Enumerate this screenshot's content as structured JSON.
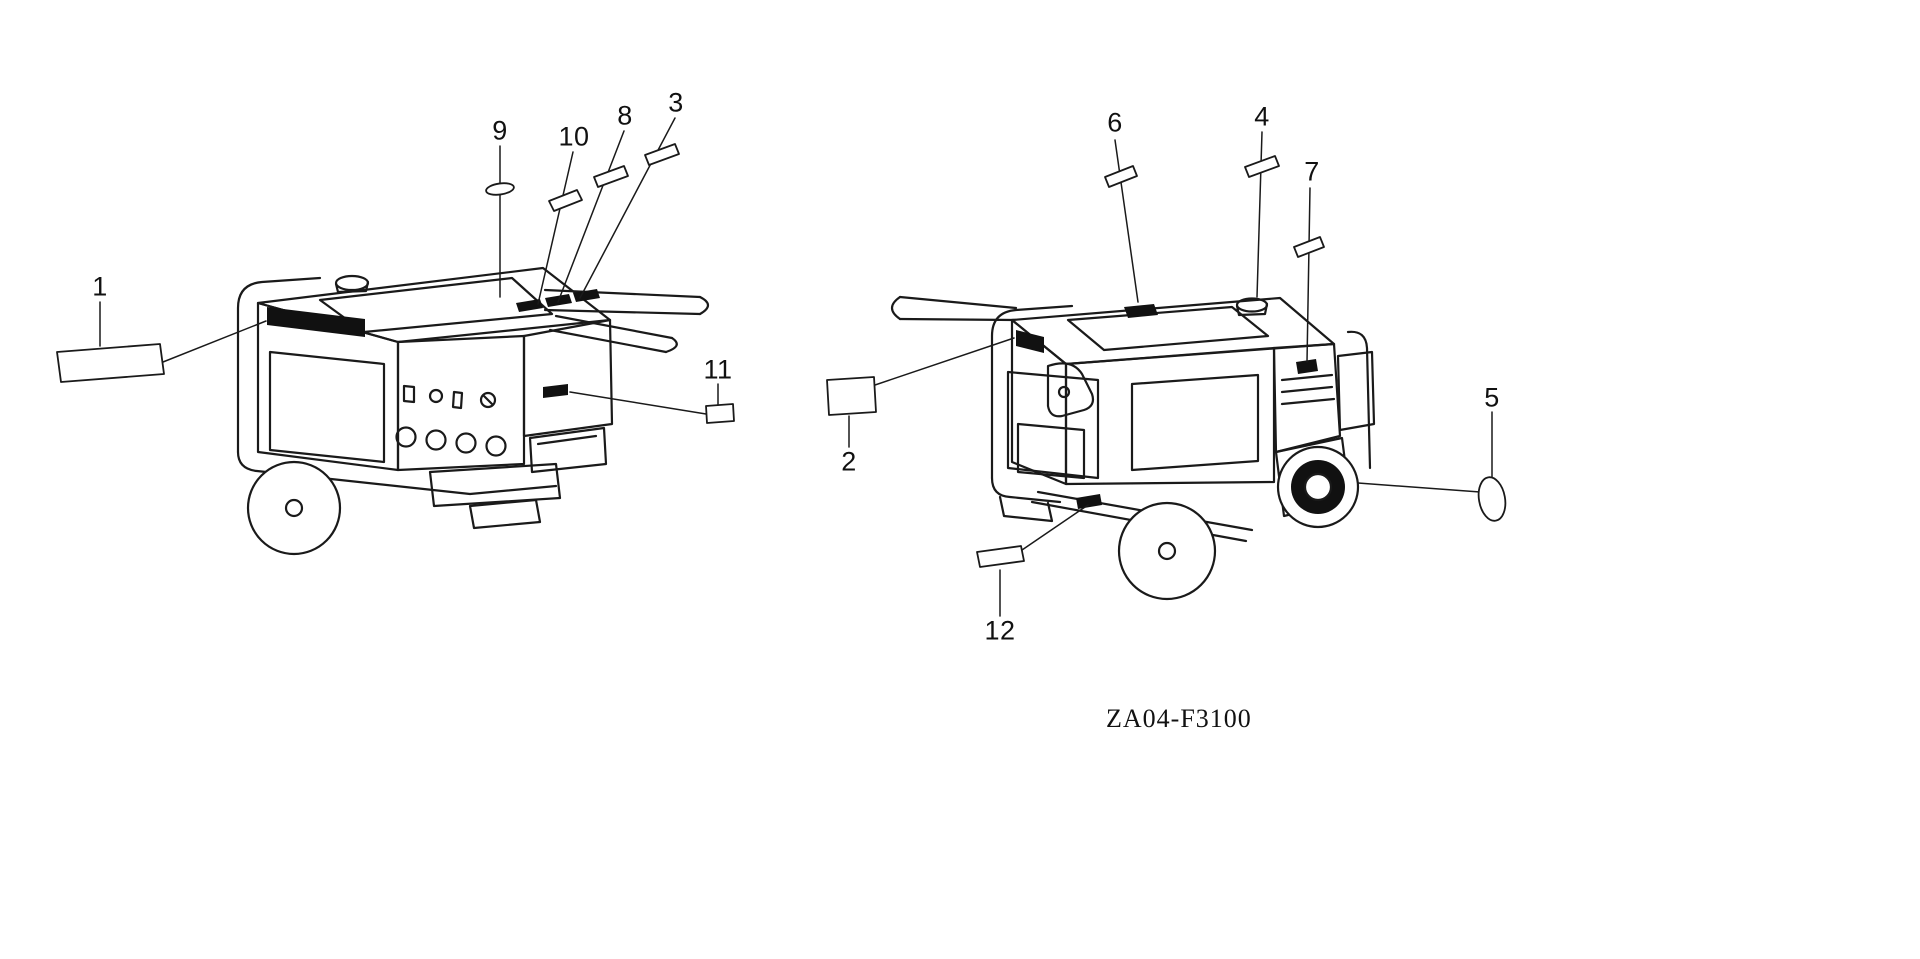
{
  "figure": {
    "code": "ZA04-F3100"
  },
  "left_view": {
    "callouts": [
      {
        "number": "1"
      },
      {
        "number": "9"
      },
      {
        "number": "10"
      },
      {
        "number": "8"
      },
      {
        "number": "3"
      },
      {
        "number": "11"
      }
    ]
  },
  "right_view": {
    "callouts": [
      {
        "number": "6"
      },
      {
        "number": "4"
      },
      {
        "number": "7"
      },
      {
        "number": "2"
      },
      {
        "number": "12"
      },
      {
        "number": "5"
      }
    ]
  }
}
